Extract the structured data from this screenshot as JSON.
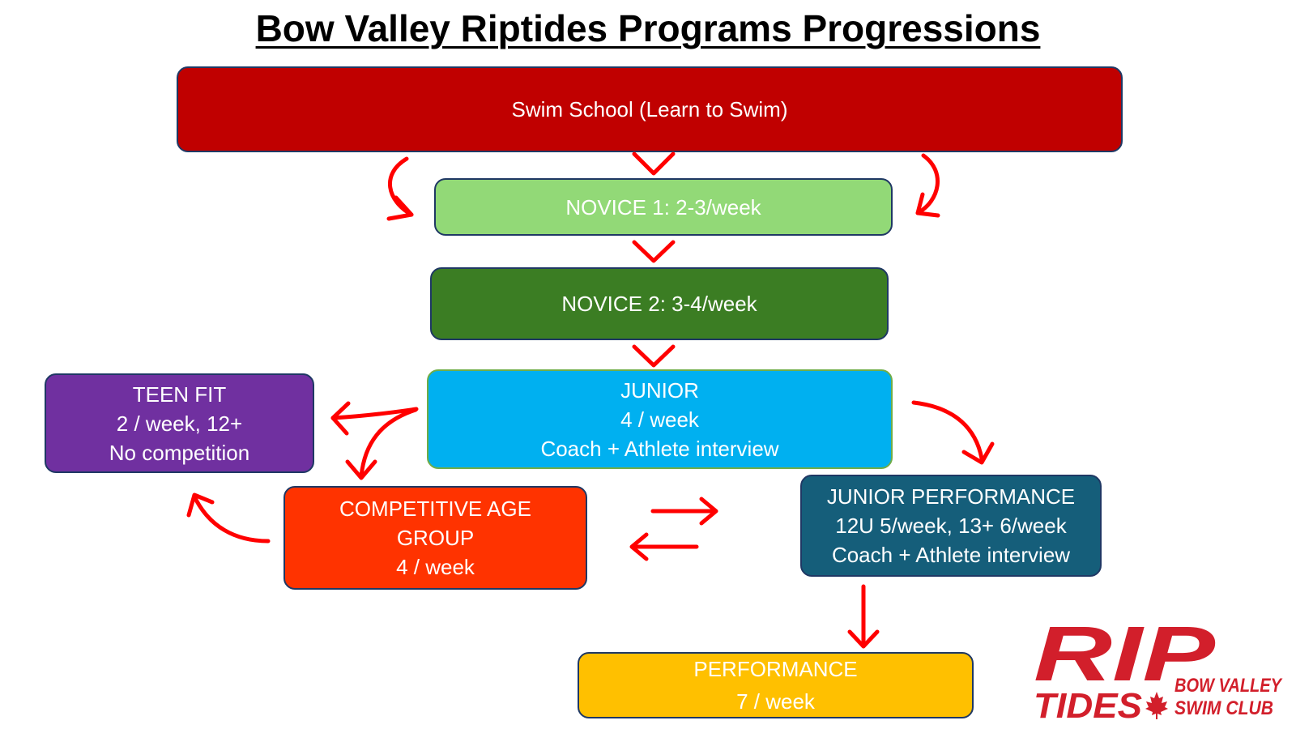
{
  "title": "Bow Valley Riptides Programs Progressions",
  "boxes": {
    "swim_school": {
      "line1": "Swim School (Learn to Swim)",
      "color": "#c00000"
    },
    "novice1": {
      "line1": "NOVICE 1: 2-3/week",
      "color": "#92d977"
    },
    "novice2": {
      "line1": "NOVICE 2: 3-4/week",
      "color": "#3b7d23"
    },
    "junior": {
      "line1": "JUNIOR",
      "line2": "4 / week",
      "line3": "Coach + Athlete interview",
      "color": "#00b0f0"
    },
    "teen_fit": {
      "line1": "TEEN FIT",
      "line2": "2 / week, 12+",
      "line3": "No competition",
      "color": "#7030a0"
    },
    "competitive_age_group": {
      "line1": "COMPETITIVE AGE",
      "line2": "GROUP",
      "line3": "4 / week",
      "color": "#ff3300"
    },
    "junior_performance": {
      "line1": "JUNIOR PERFORMANCE",
      "line2": "12U 5/week, 13+ 6/week",
      "line3": "Coach + Athlete interview",
      "color": "#155e7a"
    },
    "performance": {
      "line1": "PERFORMANCE",
      "line2": "7 / week",
      "color": "#ffc000"
    }
  },
  "logo": {
    "main_top": "RIP",
    "main_bottom": "TIDES",
    "club_line1": "BOW VALLEY",
    "club_line2": "SWIM CLUB",
    "color": "#d21f2b"
  },
  "arrow_color": "#ff0000"
}
